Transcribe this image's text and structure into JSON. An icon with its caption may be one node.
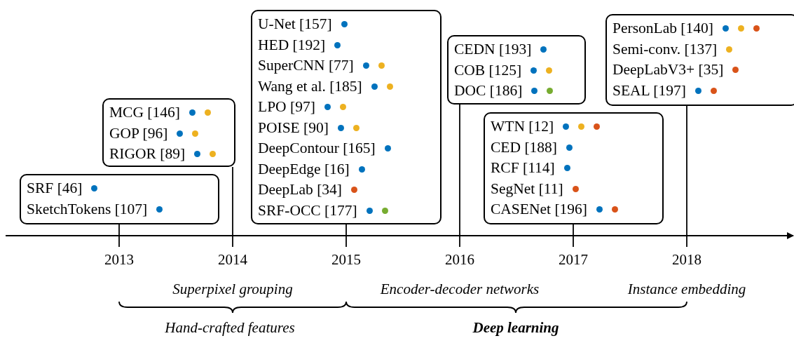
{
  "diagram": {
    "nodes": [
      {
        "text": [
          "SRF [46]",
          "SketchTokens [107]"
        ]
      },
      {
        "text": [
          "MCG [146]",
          "GOP [96]",
          "RIGOR [89]"
        ]
      },
      {
        "text": [
          "U-Net [157]",
          "HED [192]",
          "SuperCNN [77]",
          "Wang et al.  [185]",
          "LPO [97]",
          "POISE [90]",
          "DeepContour [165]",
          "DeepEdge [16]",
          "DeepLab [34]",
          "SRF-OCC [177]"
        ]
      },
      {
        "text": [
          "CEDN [193]",
          "COB [125]",
          "DOC [186]"
        ]
      },
      {
        "text": [
          "WTN [12]",
          "CED [188]",
          "RCF [114]",
          "SegNet [11]",
          "CASENet [196]"
        ]
      },
      {
        "text": [
          "PersonLab [140]",
          "Semi-conv.  [137]",
          "DeepLabV3+ [35]",
          "SEAL [197]"
        ]
      }
    ],
    "edges": [
      {
        "from": 0,
        "to": null,
        "arrow": "none"
      },
      {
        "from": 1,
        "to": null,
        "arrow": "none"
      },
      {
        "from": 2,
        "to": null,
        "arrow": "none"
      },
      {
        "from": 3,
        "to": null,
        "arrow": "none"
      },
      {
        "from": 4,
        "to": null,
        "arrow": "none"
      },
      {
        "from": 5,
        "to": null,
        "arrow": "none"
      }
    ],
    "labels": [
      "2013",
      "2014",
      "2015",
      "2016",
      "2017",
      "2018",
      "Superpixel grouping",
      "Encoder-decoder networks",
      "Instance embedding",
      "Hand-crafted features",
      "Deep learning"
    ]
  }
}
